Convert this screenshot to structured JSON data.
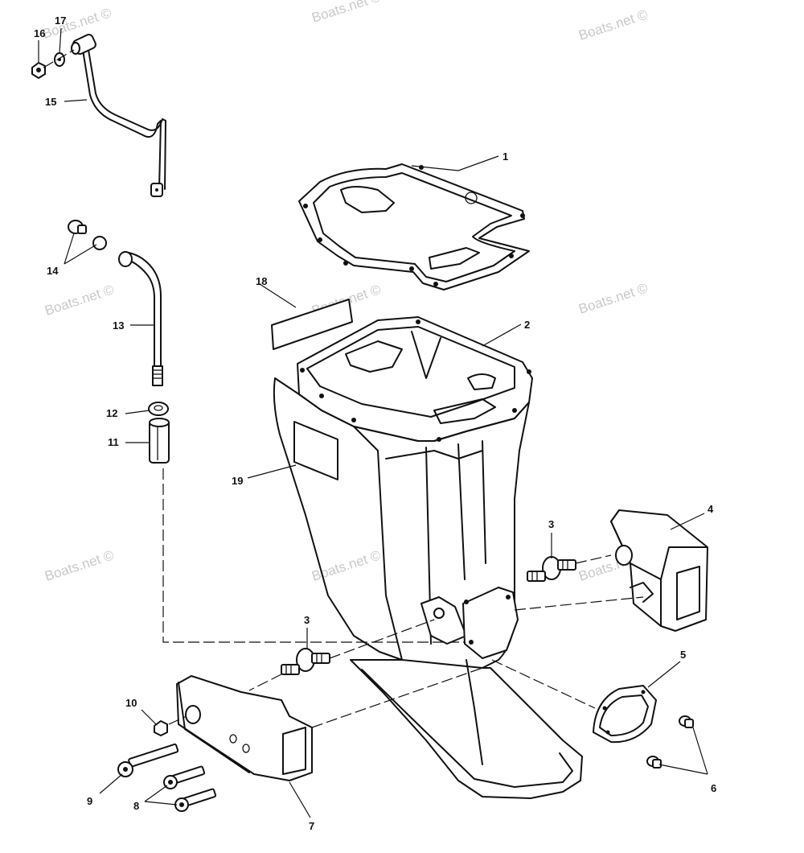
{
  "diagram": {
    "watermark_text": "Boats.net ©",
    "callouts": [
      "1",
      "2",
      "3",
      "3",
      "4",
      "5",
      "6",
      "7",
      "8",
      "9",
      "10",
      "11",
      "12",
      "13",
      "14",
      "15",
      "16",
      "17",
      "18",
      "19"
    ]
  }
}
